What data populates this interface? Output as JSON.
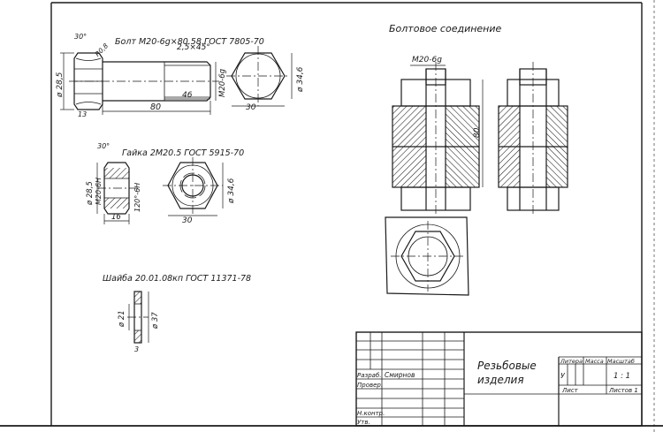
{
  "bolt": {
    "title": "Болт М20-6g×80.58.ГОСТ 7805-70",
    "angle": "30°",
    "r_label": "R0,8",
    "chamfer": "2,5×45°",
    "dia_head": "ø 28,5",
    "thread": "М20-6g",
    "len_thread": "46",
    "len_total": "80",
    "head_h": "13",
    "key": "30",
    "dia_across": "ø 34,6"
  },
  "nut": {
    "title": "Гайка 2М20.5 ГОСТ 5915-70",
    "angle": "30°",
    "dia": "ø 28,5",
    "thread_a": "М20-6Н",
    "thread_b": "120°-6Н",
    "h": "16",
    "key": "30",
    "dia_across": "ø 34,6"
  },
  "washer": {
    "title": "Шайба 20.01.08кп ГОСТ 11371-78",
    "inner": "ø 21",
    "outer": "ø 37",
    "thickness": "3"
  },
  "assembly": {
    "title": "Болтовое соединение",
    "thread": "М20-6g",
    "length": "80"
  },
  "title_block": {
    "developed_label": "Разраб.",
    "developer_name": "Смирнов",
    "checked_label": "Провер.",
    "norm_label": "Н.контр.",
    "approved_label": "Утв.",
    "doc_title_line1": "Резьбовые",
    "doc_title_line2": "изделия",
    "litera_label": "Литера",
    "mass_label": "Масса",
    "scale_label": "Масштаб",
    "litera_value": "У",
    "scale_value": "1 : 1",
    "sheet_label": "Лист",
    "sheets_label": "Листов 1"
  }
}
